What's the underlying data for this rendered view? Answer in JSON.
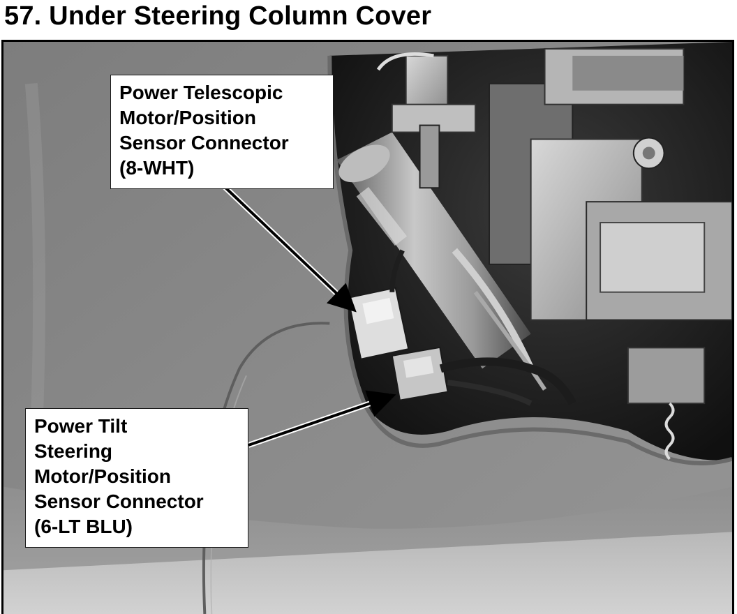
{
  "header": {
    "title": "57. Under Steering Column Cover"
  },
  "callouts": {
    "telescopic": {
      "lines": [
        "Power Telescopic",
        "Motor/Position",
        "Sensor Connector",
        "(8-WHT)"
      ]
    },
    "tilt": {
      "lines": [
        "Power Tilt",
        "Steering",
        "Motor/Position",
        "Sensor Connector",
        "(6-LT BLU)"
      ]
    }
  },
  "colors": {
    "text": "#000000",
    "label_background": "#ffffff",
    "photo_tone": "grayscale"
  }
}
